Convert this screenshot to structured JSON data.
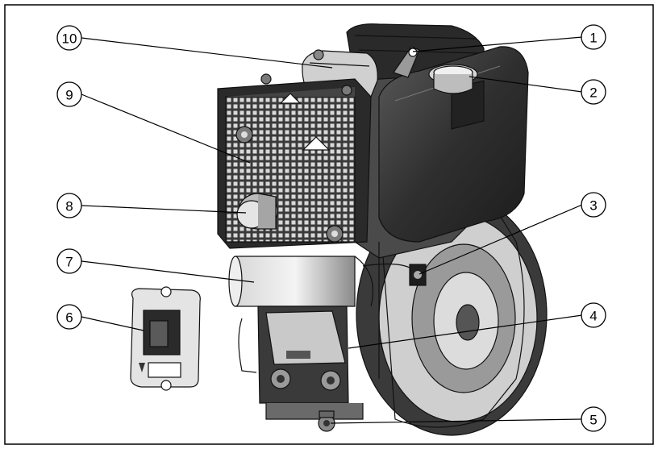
{
  "figure": {
    "description_free": true,
    "colors": {
      "line": "#000000",
      "engine_dark": "#2b2b2b",
      "engine_mid": "#6f6f6f",
      "engine_light": "#bdbdbd",
      "highlight": "#e6e6e6",
      "background": "#ffffff"
    }
  },
  "callouts": [
    {
      "label": "1"
    },
    {
      "label": "2"
    },
    {
      "label": "3"
    },
    {
      "label": "4"
    },
    {
      "label": "5"
    },
    {
      "label": "6"
    },
    {
      "label": "7"
    },
    {
      "label": "8"
    },
    {
      "label": "9"
    },
    {
      "label": "10"
    }
  ]
}
